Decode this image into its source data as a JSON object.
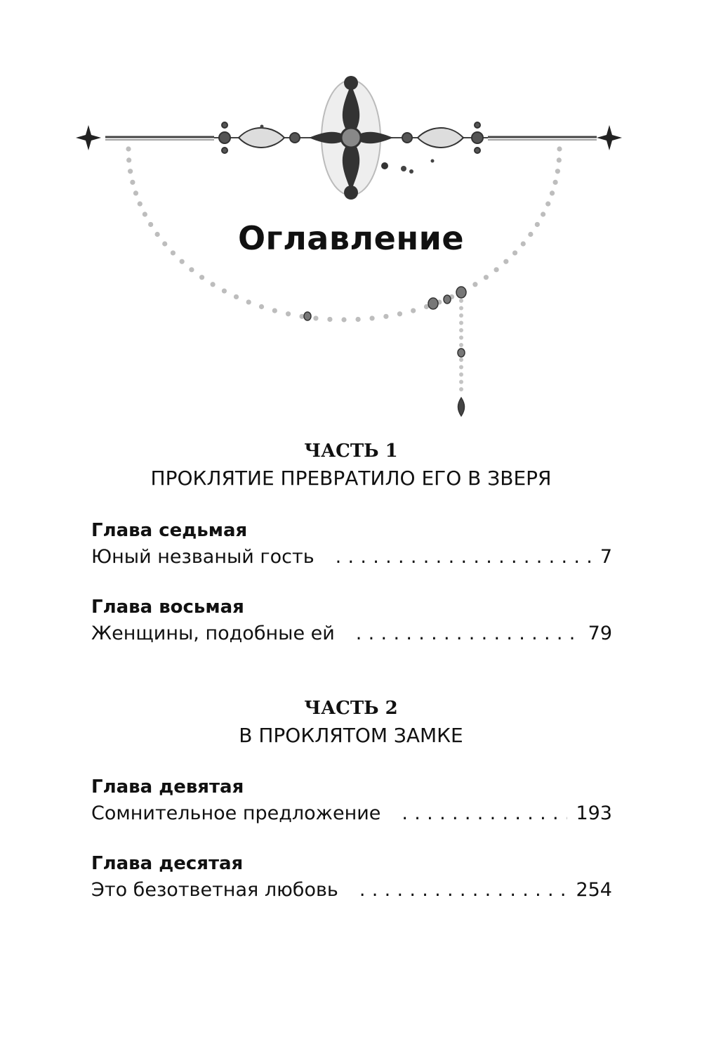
{
  "title": "Оглавление",
  "parts": [
    {
      "label": "ЧАСТЬ 1",
      "name": "ПРОКЛЯТИЕ ПРЕВРАТИЛО ЕГО В ЗВЕРЯ",
      "chapters": [
        {
          "heading": "Глава седьмая",
          "title": "Юный незваный гость",
          "page": "7"
        },
        {
          "heading": "Глава восьмая",
          "title": "Женщины, подобные ей",
          "page": "79"
        }
      ]
    },
    {
      "label": "ЧАСТЬ 2",
      "name": "В ПРОКЛЯТОМ ЗАМКЕ",
      "chapters": [
        {
          "heading": "Глава девятая",
          "title": "Сомнительное предложение",
          "page": "193"
        },
        {
          "heading": "Глава десятая",
          "title": "Это безответная любовь",
          "page": "254"
        }
      ]
    }
  ],
  "leader": "........................................"
}
